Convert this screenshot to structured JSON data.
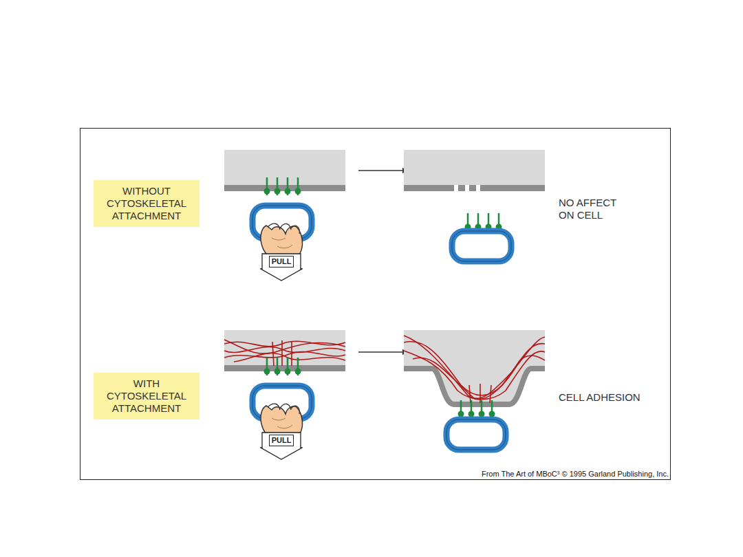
{
  "diagram": {
    "nodes": [
      {
        "text": [
          "WITHOUT CYTOSKELETAL ATTACHMENT"
        ]
      },
      {
        "text": [
          "PULL"
        ]
      },
      {
        "text": [
          "WITH CYTOSKELETAL ATTACHMENT"
        ]
      },
      {
        "text": [
          "PULL"
        ]
      }
    ],
    "labels": [
      "NO AFFECT ON CELL",
      "CELL ADHESION",
      "From The Art of MBoC³ © 1995 Garland Publishing, Inc."
    ]
  }
}
